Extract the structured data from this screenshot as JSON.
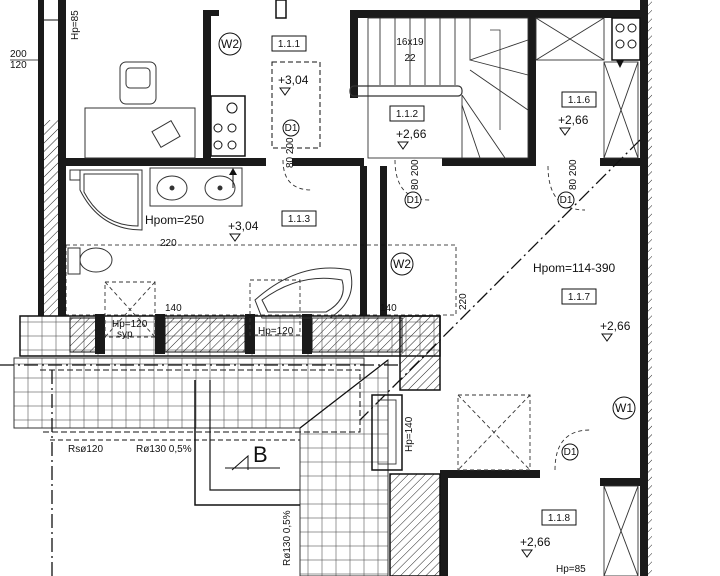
{
  "drawing": {
    "room_tags": [
      "1.1.1",
      "1.1.2",
      "1.1.3",
      "1.1.6",
      "1.1.7",
      "1.1.8"
    ],
    "levels": {
      "l1": "+3,04",
      "l2": "+2,66",
      "l3": "+3,04",
      "l4": "+2,66",
      "l5": "+2,66",
      "l6": "+2,66"
    },
    "heights": {
      "h_bath": "Hpom=250",
      "h_room": "Hpom=114-390"
    },
    "window_tags": [
      "W2",
      "W2",
      "W1"
    ],
    "door_tags": [
      "D1",
      "D1",
      "D1",
      "D1"
    ],
    "stair": {
      "size": "16x19",
      "count": "22"
    },
    "dims": {
      "d200": "200",
      "d120": "120",
      "d220_h": "220",
      "d220_v": "220",
      "d140_a": "140",
      "d140_b": "140",
      "d8020_a": "80 200",
      "d8020_b": "80 200",
      "d8020_c": "80 200",
      "hp85_top": "Hp=85",
      "hp85_bot": "Hp=85",
      "hp120_a": "Hp=120",
      "hp120_b": "Hp=120",
      "hp140": "Hp=140",
      "syp": "syp",
      "rs120": "Rsø120",
      "rs130": "Rø130  0,5%",
      "rs130_v": "Rø130  0,5%"
    },
    "section_mark": "B"
  }
}
